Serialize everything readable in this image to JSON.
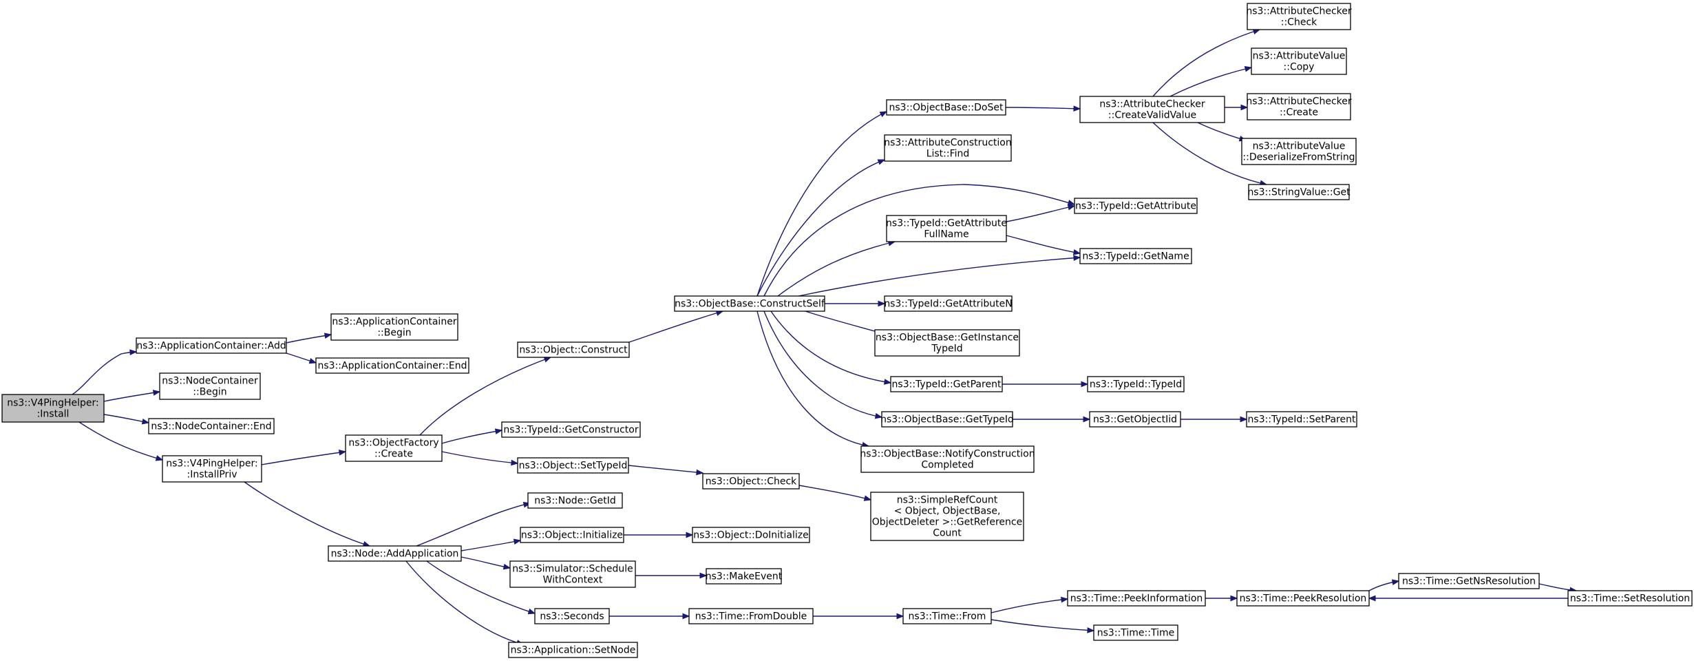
{
  "colors": {
    "edge": "#191970",
    "node_border": "#000000",
    "node_fill": "#ffffff",
    "root_fill": "#bfbfbf"
  },
  "nodes": [
    {
      "id": "install",
      "lines": [
        "ns3::V4PingHelper:",
        ":Install"
      ],
      "root": true
    },
    {
      "id": "appadd",
      "lines": [
        "ns3::ApplicationContainer::Add"
      ]
    },
    {
      "id": "ncbegin",
      "lines": [
        "ns3::NodeContainer",
        "::Begin"
      ]
    },
    {
      "id": "ncend",
      "lines": [
        "ns3::NodeContainer::End"
      ]
    },
    {
      "id": "installpriv",
      "lines": [
        "ns3::V4PingHelper:",
        ":InstallPriv"
      ]
    },
    {
      "id": "acbegin",
      "lines": [
        "ns3::ApplicationContainer",
        "::Begin"
      ]
    },
    {
      "id": "acend",
      "lines": [
        "ns3::ApplicationContainer::End"
      ]
    },
    {
      "id": "ofcreate",
      "lines": [
        "ns3::ObjectFactory",
        "::Create"
      ]
    },
    {
      "id": "nodeaddapp",
      "lines": [
        "ns3::Node::AddApplication"
      ]
    },
    {
      "id": "objconstruct",
      "lines": [
        "ns3::Object::Construct"
      ]
    },
    {
      "id": "getconstructor",
      "lines": [
        "ns3::TypeId::GetConstructor"
      ]
    },
    {
      "id": "objsettypeid",
      "lines": [
        "ns3::Object::SetTypeId"
      ]
    },
    {
      "id": "nodegetid",
      "lines": [
        "ns3::Node::GetId"
      ]
    },
    {
      "id": "objinitialize",
      "lines": [
        "ns3::Object::Initialize"
      ]
    },
    {
      "id": "schedctx",
      "lines": [
        "ns3::Simulator::Schedule",
        "WithContext"
      ]
    },
    {
      "id": "seconds",
      "lines": [
        "ns3::Seconds"
      ]
    },
    {
      "id": "appsetnode",
      "lines": [
        "ns3::Application::SetNode"
      ]
    },
    {
      "id": "constructself",
      "lines": [
        "ns3::ObjectBase::ConstructSelf"
      ]
    },
    {
      "id": "objcheck",
      "lines": [
        "ns3::Object::Check"
      ]
    },
    {
      "id": "doinitialize",
      "lines": [
        "ns3::Object::DoInitialize"
      ]
    },
    {
      "id": "makeevent",
      "lines": [
        "ns3::MakeEvent"
      ]
    },
    {
      "id": "fromdouble",
      "lines": [
        "ns3::Time::FromDouble"
      ]
    },
    {
      "id": "doset",
      "lines": [
        "ns3::ObjectBase::DoSet"
      ]
    },
    {
      "id": "aclfind",
      "lines": [
        "ns3::AttributeConstruction",
        "List::Find"
      ]
    },
    {
      "id": "getattrfull",
      "lines": [
        "ns3::TypeId::GetAttribute",
        "FullName"
      ]
    },
    {
      "id": "getattrn",
      "lines": [
        "ns3::TypeId::GetAttributeN"
      ]
    },
    {
      "id": "getinstancetypeid",
      "lines": [
        "ns3::ObjectBase::GetInstance",
        "TypeId"
      ]
    },
    {
      "id": "getparent",
      "lines": [
        "ns3::TypeId::GetParent"
      ]
    },
    {
      "id": "obgettypeid",
      "lines": [
        "ns3::ObjectBase::GetTypeId"
      ]
    },
    {
      "id": "notifyconstruction",
      "lines": [
        "ns3::ObjectBase::NotifyConstruction",
        "Completed"
      ]
    },
    {
      "id": "getrefcount",
      "lines": [
        "ns3::SimpleRefCount",
        "< Object, ObjectBase,",
        "ObjectDeleter >::GetReference",
        "Count"
      ]
    },
    {
      "id": "timefrom",
      "lines": [
        "ns3::Time::From"
      ]
    },
    {
      "id": "createvalid",
      "lines": [
        "ns3::AttributeChecker",
        "::CreateValidValue"
      ]
    },
    {
      "id": "getattribute",
      "lines": [
        "ns3::TypeId::GetAttribute"
      ]
    },
    {
      "id": "getname",
      "lines": [
        "ns3::TypeId::GetName"
      ]
    },
    {
      "id": "typeidtypeid",
      "lines": [
        "ns3::TypeId::TypeId"
      ]
    },
    {
      "id": "getobjectiid",
      "lines": [
        "ns3::GetObjectIid"
      ]
    },
    {
      "id": "peekinfo",
      "lines": [
        "ns3::Time::PeekInformation"
      ]
    },
    {
      "id": "timetime",
      "lines": [
        "ns3::Time::Time"
      ]
    },
    {
      "id": "accheck",
      "lines": [
        "ns3::AttributeChecker",
        "::Check"
      ]
    },
    {
      "id": "avcopy",
      "lines": [
        "ns3::AttributeValue",
        "::Copy"
      ]
    },
    {
      "id": "accreate",
      "lines": [
        "ns3::AttributeChecker",
        "::Create"
      ]
    },
    {
      "id": "avdeser",
      "lines": [
        "ns3::AttributeValue",
        "::DeserializeFromString"
      ]
    },
    {
      "id": "strvalget",
      "lines": [
        "ns3::StringValue::Get"
      ]
    },
    {
      "id": "setparent",
      "lines": [
        "ns3::TypeId::SetParent"
      ]
    },
    {
      "id": "peekres",
      "lines": [
        "ns3::Time::PeekResolution"
      ]
    },
    {
      "id": "getnsres",
      "lines": [
        "ns3::Time::GetNsResolution"
      ]
    },
    {
      "id": "setres",
      "lines": [
        "ns3::Time::SetResolution"
      ]
    }
  ]
}
